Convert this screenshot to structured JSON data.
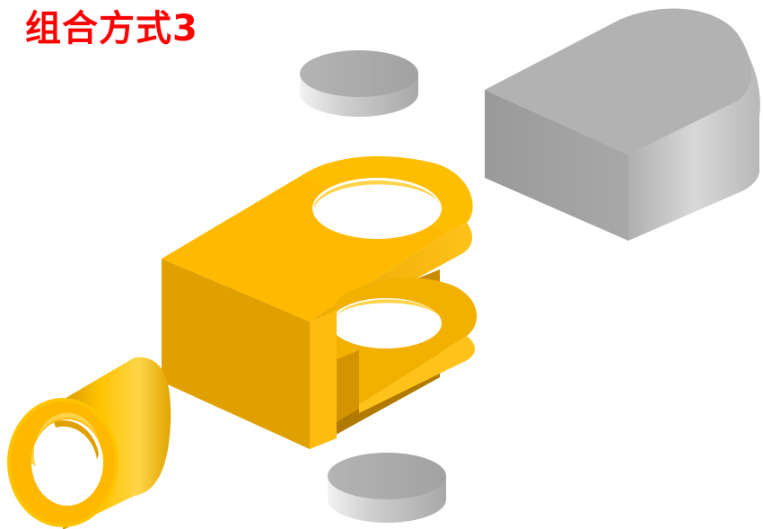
{
  "title": "组合方式3",
  "colors": {
    "title": "#ff0000",
    "part_gold": "#e8a800",
    "part_gray": "#9a9a9a"
  },
  "parts": [
    {
      "name": "gray-disc-top",
      "color": "gray"
    },
    {
      "name": "gray-half-round-block",
      "color": "gray"
    },
    {
      "name": "gold-clevis-bracket",
      "color": "gold"
    },
    {
      "name": "gold-bushing",
      "color": "gold"
    },
    {
      "name": "gray-disc-bottom",
      "color": "gray"
    }
  ]
}
